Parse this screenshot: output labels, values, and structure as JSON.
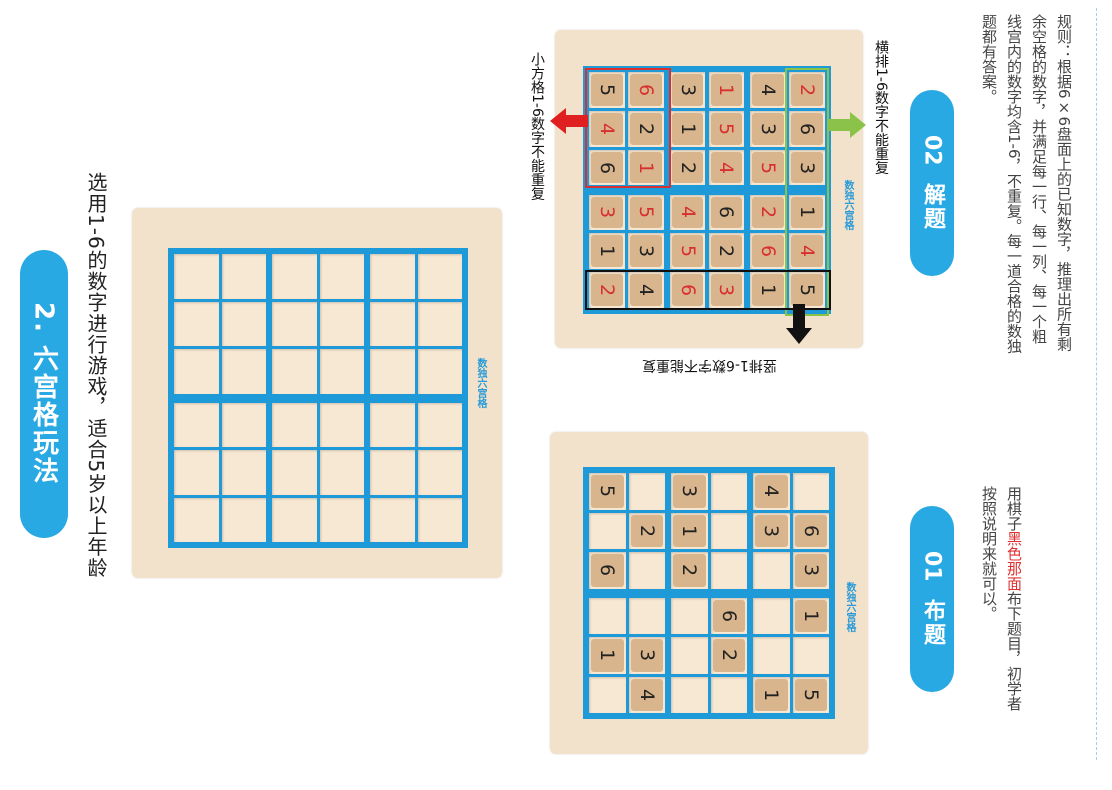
{
  "title": "2. 六宫格玩法",
  "subtitle": "选用1-6的数字进行游戏，适合5岁以上年龄",
  "brand": "数独六宫格",
  "colors": {
    "accent": "#29a9e3",
    "board": "#f3e2cb",
    "grid": "#1e9ad8",
    "red": "#d82f2f"
  },
  "annotations": {
    "box": "小方格1-6数字不能重复",
    "row": "横排1-6数字不能重复",
    "col": "竖排1-6数字不能重复"
  },
  "sections": [
    {
      "num": "01",
      "label": "布题",
      "desc_pre": "用棋子",
      "desc_hl": "黑色那面",
      "desc_post": "布下题目，初学者按照说明来就可以。"
    },
    {
      "num": "02",
      "label": "解题",
      "desc": "规则：根据6×6盘面上的已知数字，推理出所有剩余空格的数字，并满足每一行、每一列、每一个粗线宫内的数字均含1-6，不重复。每一道合格的数独题都有答案。"
    }
  ],
  "puzzle_pieces": [
    {
      "r": 0,
      "c": 1,
      "v": "1"
    },
    {
      "r": 0,
      "c": 3,
      "v": "6"
    },
    {
      "r": 0,
      "c": 5,
      "v": "5"
    },
    {
      "r": 1,
      "c": 0,
      "v": "4"
    },
    {
      "r": 1,
      "c": 1,
      "v": "3"
    },
    {
      "r": 1,
      "c": 4,
      "v": "2"
    },
    {
      "r": 2,
      "c": 3,
      "v": "2"
    },
    {
      "r": 2,
      "c": 4,
      "v": "1"
    },
    {
      "r": 2,
      "c": 5,
      "v": "3"
    },
    {
      "r": 3,
      "c": 1,
      "v": "2"
    },
    {
      "r": 3,
      "c": 2,
      "v": "6"
    },
    {
      "r": 4,
      "c": 0,
      "v": "1"
    },
    {
      "r": 4,
      "c": 4,
      "v": "3"
    },
    {
      "r": 4,
      "c": 5,
      "v": "4"
    },
    {
      "r": 5,
      "c": 0,
      "v": "5"
    },
    {
      "r": 5,
      "c": 2,
      "v": "1"
    },
    {
      "r": 5,
      "c": 3,
      "v": "3"
    },
    {
      "r": 5,
      "c": 4,
      "v": "6"
    }
  ],
  "solution_pieces": [
    {
      "r": 0,
      "c": 0,
      "v": "2",
      "red": true
    },
    {
      "r": 0,
      "c": 1,
      "v": "1"
    },
    {
      "r": 0,
      "c": 2,
      "v": "3",
      "red": true
    },
    {
      "r": 0,
      "c": 3,
      "v": "6"
    },
    {
      "r": 0,
      "c": 4,
      "v": "4",
      "red": true
    },
    {
      "r": 0,
      "c": 5,
      "v": "5"
    },
    {
      "r": 1,
      "c": 0,
      "v": "4"
    },
    {
      "r": 1,
      "c": 1,
      "v": "3"
    },
    {
      "r": 1,
      "c": 2,
      "v": "5",
      "red": true
    },
    {
      "r": 1,
      "c": 3,
      "v": "1",
      "red": true
    },
    {
      "r": 1,
      "c": 4,
      "v": "2"
    },
    {
      "r": 1,
      "c": 5,
      "v": "6",
      "red": true
    },
    {
      "r": 2,
      "c": 0,
      "v": "6",
      "red": true
    },
    {
      "r": 2,
      "c": 1,
      "v": "5",
      "red": true
    },
    {
      "r": 2,
      "c": 2,
      "v": "4",
      "red": true
    },
    {
      "r": 2,
      "c": 3,
      "v": "2"
    },
    {
      "r": 2,
      "c": 4,
      "v": "1"
    },
    {
      "r": 2,
      "c": 5,
      "v": "3"
    },
    {
      "r": 3,
      "c": 0,
      "v": "3",
      "red": true
    },
    {
      "r": 3,
      "c": 1,
      "v": "2"
    },
    {
      "r": 3,
      "c": 2,
      "v": "6"
    },
    {
      "r": 3,
      "c": 3,
      "v": "4",
      "red": true
    },
    {
      "r": 3,
      "c": 4,
      "v": "5",
      "red": true
    },
    {
      "r": 3,
      "c": 5,
      "v": "1",
      "red": true
    },
    {
      "r": 4,
      "c": 0,
      "v": "1"
    },
    {
      "r": 4,
      "c": 1,
      "v": "6",
      "red": true
    },
    {
      "r": 4,
      "c": 2,
      "v": "2",
      "red": true
    },
    {
      "r": 4,
      "c": 3,
      "v": "5",
      "red": true
    },
    {
      "r": 4,
      "c": 4,
      "v": "3"
    },
    {
      "r": 4,
      "c": 5,
      "v": "4"
    },
    {
      "r": 5,
      "c": 0,
      "v": "5"
    },
    {
      "r": 5,
      "c": 1,
      "v": "4",
      "red": true
    },
    {
      "r": 5,
      "c": 2,
      "v": "1"
    },
    {
      "r": 5,
      "c": 3,
      "v": "3"
    },
    {
      "r": 5,
      "c": 4,
      "v": "6"
    },
    {
      "r": 5,
      "c": 5,
      "v": "2",
      "red": true
    }
  ]
}
